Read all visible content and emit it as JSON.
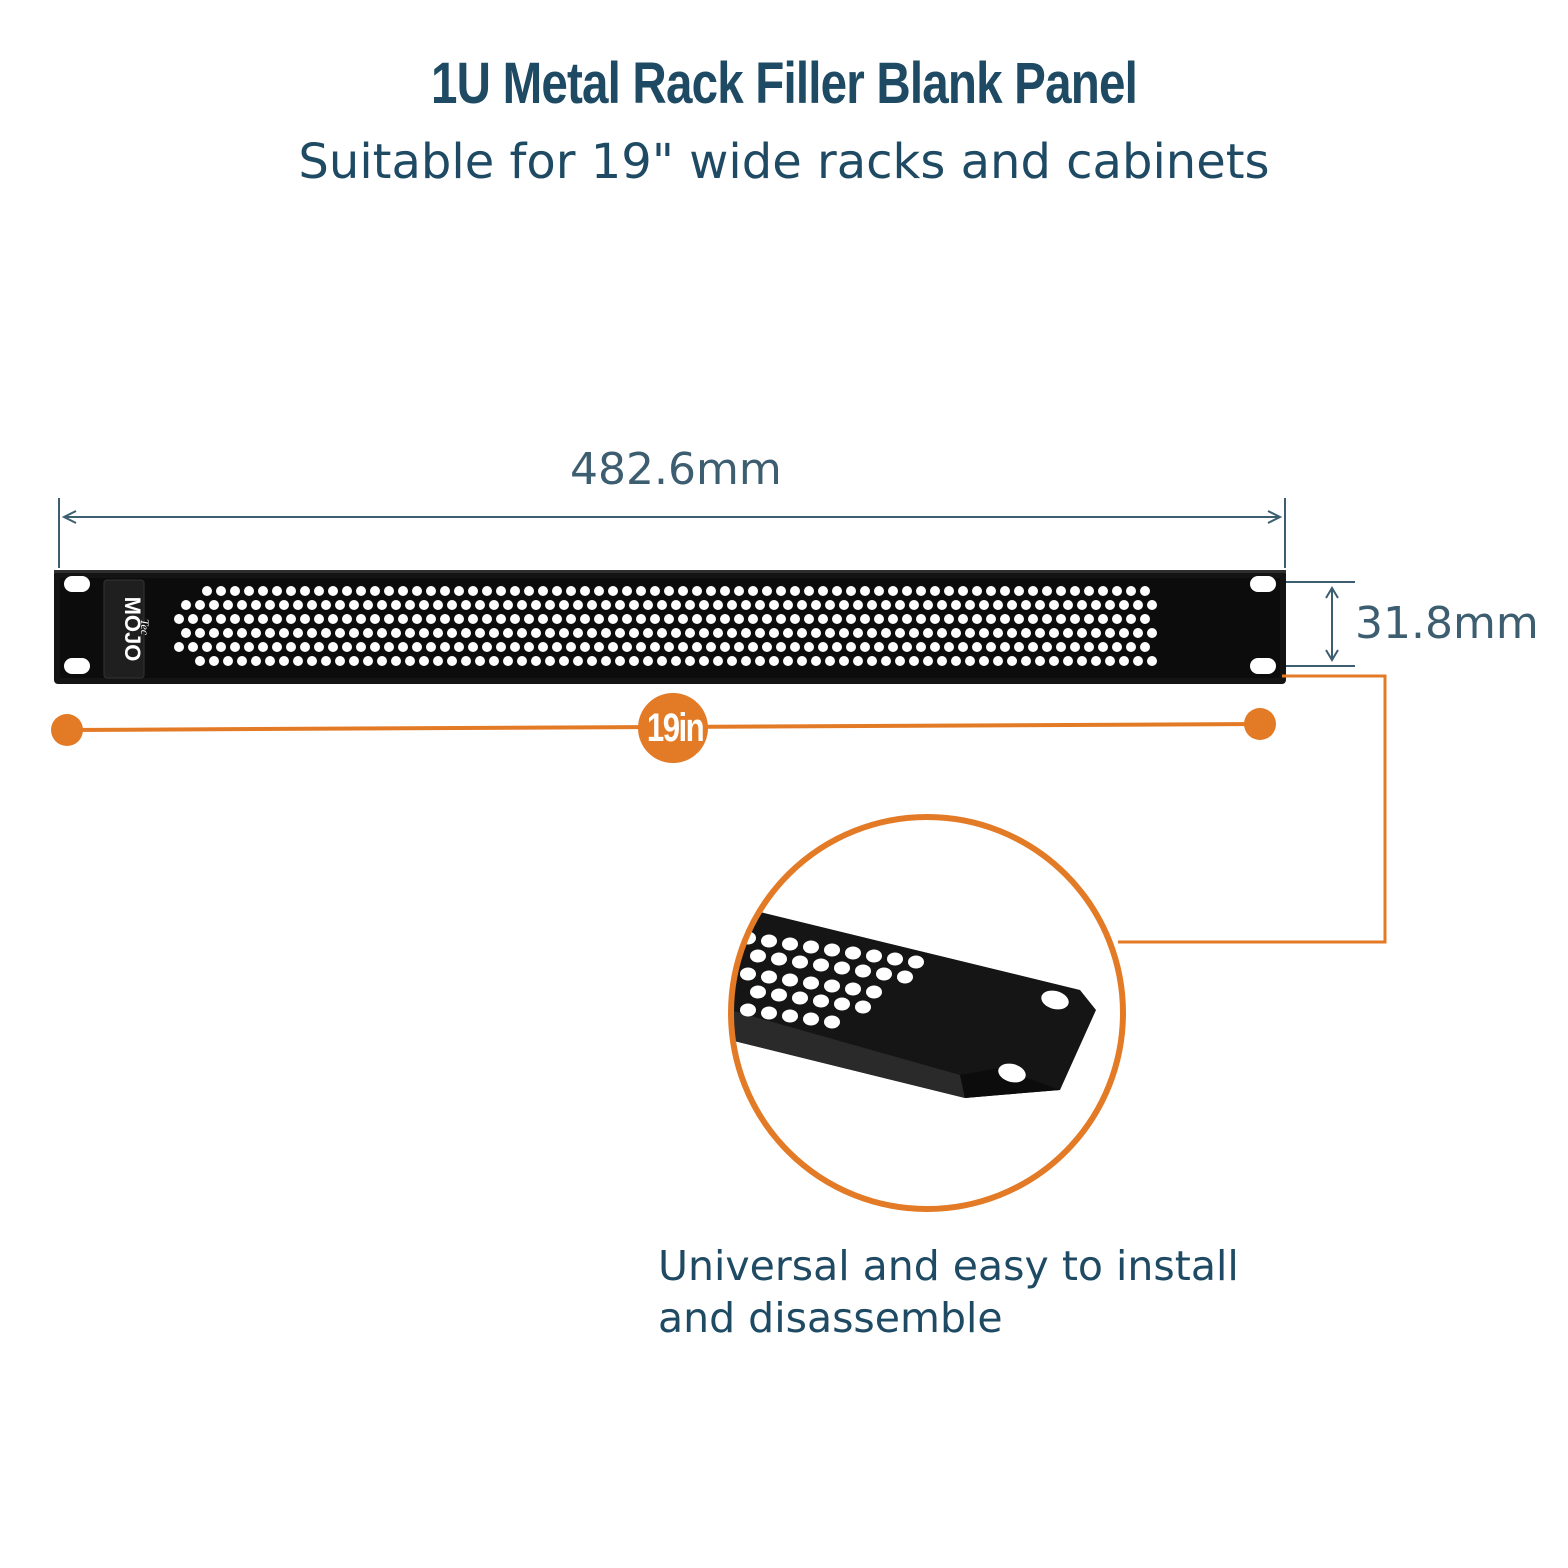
{
  "header": {
    "title": "1U Metal Rack Filler Blank Panel",
    "subtitle": "Suitable for 19\" wide racks and cabinets"
  },
  "dimensions": {
    "width_label": "482.6mm",
    "height_label": "31.8mm",
    "rack_size_label": "19in"
  },
  "panel": {
    "brand_small": "Tec",
    "brand_large": "MOJO"
  },
  "caption": {
    "line1": "Universal and easy to install",
    "line2": "and disassemble"
  },
  "colors": {
    "title": "#1f4a63",
    "accent_orange": "#e37a25",
    "panel_black": "#141414",
    "dimension_line": "#3c5e70"
  }
}
